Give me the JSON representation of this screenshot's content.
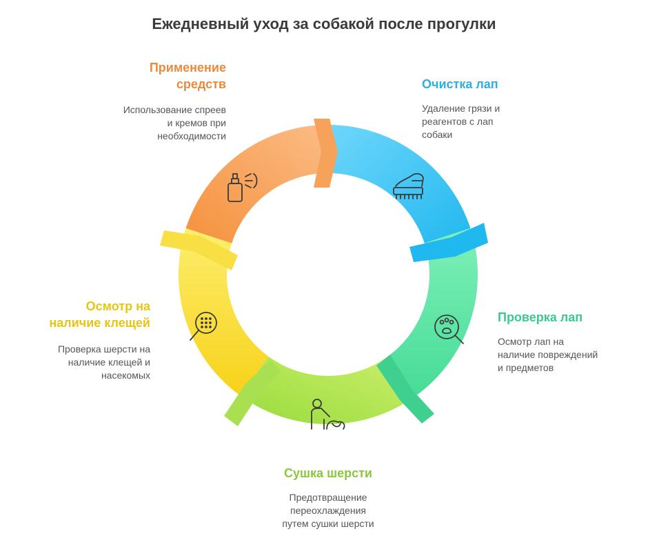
{
  "title": "Ежедневный уход за собакой после прогулки",
  "steps": [
    {
      "id": "clean-paws",
      "title": "Очистка лап",
      "desc": [
        "Удаление грязи и",
        "реагентов с лап",
        "собаки"
      ],
      "color": "#2eaee4",
      "icon": "brush-icon"
    },
    {
      "id": "check-paws",
      "title": "Проверка лап",
      "desc": [
        "Осмотр лап на",
        "наличие повреждений",
        "и предметов"
      ],
      "color": "#3cc98f",
      "icon": "magnifier-paw-icon"
    },
    {
      "id": "dry-fur",
      "title": "Сушка шерсти",
      "desc": [
        "Предотвращение",
        "переохлаждения",
        "путем сушки шерсти"
      ],
      "color": "#8cc63f",
      "icon": "person-drying-dog-icon"
    },
    {
      "id": "tick-check",
      "title": [
        "Осмотр на",
        "наличие клещей"
      ],
      "desc": [
        "Проверка шерсти на",
        "наличие клещей и",
        "насекомых"
      ],
      "color": "#e8c514",
      "icon": "magnifier-dots-icon"
    },
    {
      "id": "apply-products",
      "title": [
        "Применение",
        "средств"
      ],
      "desc": [
        "Использование спреев",
        "и кремов при",
        "необходимости"
      ],
      "color": "#ea8a3e",
      "icon": "spray-bottle-icon"
    }
  ]
}
